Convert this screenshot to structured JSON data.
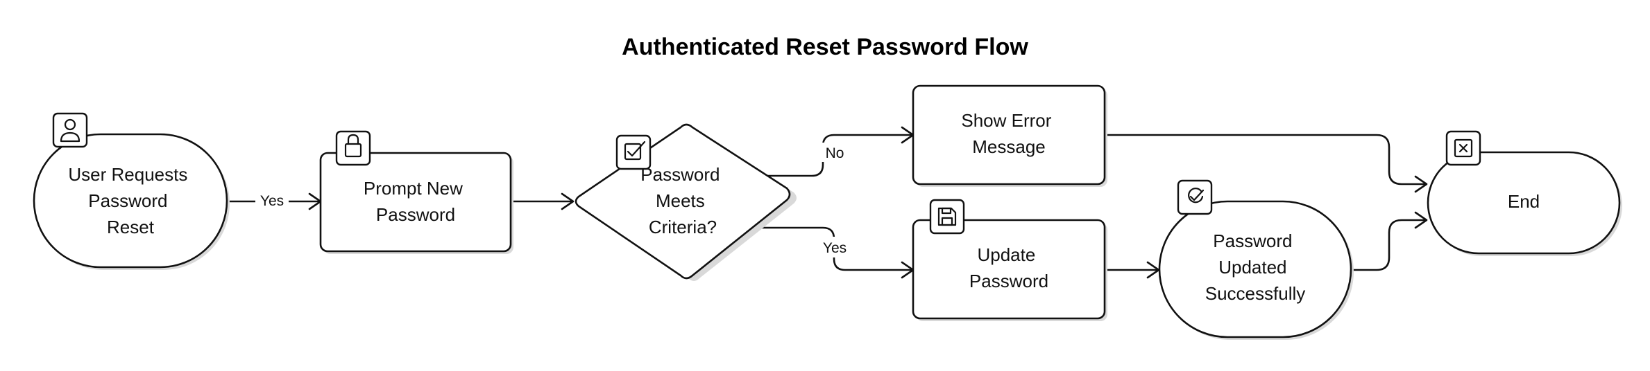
{
  "title": "Authenticated Reset Password Flow",
  "nodes": {
    "start": {
      "lines": [
        "User Requests",
        "Password",
        "Reset"
      ],
      "icon": "user-icon"
    },
    "prompt": {
      "lines": [
        "Prompt New",
        "Password"
      ],
      "icon": "lock-icon"
    },
    "decision": {
      "lines": [
        "Password",
        "Meets",
        "Criteria?"
      ],
      "icon": "checkbox-icon"
    },
    "error": {
      "lines": [
        "Show Error",
        "Message"
      ],
      "icon": ""
    },
    "update": {
      "lines": [
        "Update",
        "Password"
      ],
      "icon": "save-icon"
    },
    "success": {
      "lines": [
        "Password",
        "Updated",
        "Successfully"
      ],
      "icon": "check-circle-icon"
    },
    "end": {
      "lines": [
        "End"
      ],
      "icon": "close-box-icon"
    }
  },
  "edges": {
    "start_to_prompt": "Yes",
    "decision_to_error": "No",
    "decision_to_update": "Yes"
  }
}
